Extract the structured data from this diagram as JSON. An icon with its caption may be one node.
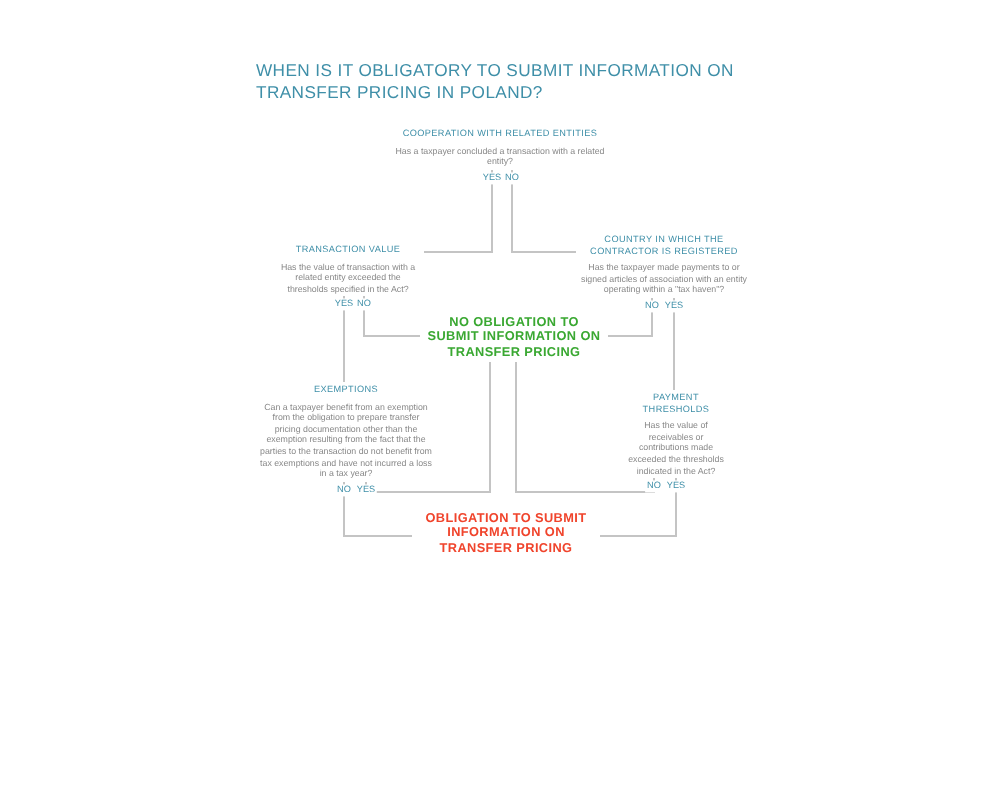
{
  "diagram": {
    "title": "WHEN IS IT OBLIGATORY TO SUBMIT INFORMATION ON TRANSFER PRICING IN POLAND?",
    "nodes": [
      {
        "text": [
          "COOPERATION WITH RELATED ENTITIES",
          "Has a taxpayer concluded a transaction with a related entity?"
        ]
      },
      {
        "text": [
          "TRANSACTION VALUE",
          "Has the value of transaction with a related entity exceeded the thresholds specified in the Act?"
        ]
      },
      {
        "text": [
          "COUNTRY IN WHICH THE CONTRACTOR IS REGISTERED",
          "Has the taxpayer made payments to or signed articles of association with an entity operating within a \"tax haven\"?"
        ]
      },
      {
        "text": [
          "NO OBLIGATION TO SUBMIT INFORMATION ON TRANSFER PRICING"
        ]
      },
      {
        "text": [
          "EXEMPTIONS",
          "Can a taxpayer benefit from an exemption from the obligation to prepare transfer pricing documentation other than the exemption resulting from the fact that the parties to the transaction do not benefit from tax exemptions and have not incurred a loss in a tax year?"
        ]
      },
      {
        "text": [
          "PAYMENT THRESHOLDS",
          "Has the value of receivables or contributions made exceeded the thresholds indicated in the Act?"
        ]
      },
      {
        "text": [
          "OBLIGATION TO SUBMIT INFORMATION ON TRANSFER PRICING"
        ]
      }
    ],
    "edges": [
      {
        "from": 0,
        "to": 1,
        "arrow": "none",
        "label": "YES"
      },
      {
        "from": 0,
        "to": 2,
        "arrow": "none",
        "label": "NO"
      },
      {
        "from": 1,
        "to": 4,
        "arrow": "none",
        "label": "YES"
      },
      {
        "from": 1,
        "to": 3,
        "arrow": "none",
        "label": "NO"
      },
      {
        "from": 2,
        "to": 3,
        "arrow": "none",
        "label": "NO"
      },
      {
        "from": 2,
        "to": 5,
        "arrow": "none",
        "label": "YES"
      },
      {
        "from": 4,
        "to": 6,
        "arrow": "none",
        "label": "NO"
      },
      {
        "from": 4,
        "to": 3,
        "arrow": "none",
        "label": "YES"
      },
      {
        "from": 5,
        "to": 3,
        "arrow": "none",
        "label": "NO"
      },
      {
        "from": 5,
        "to": 6,
        "arrow": "none",
        "label": "YES"
      }
    ]
  }
}
